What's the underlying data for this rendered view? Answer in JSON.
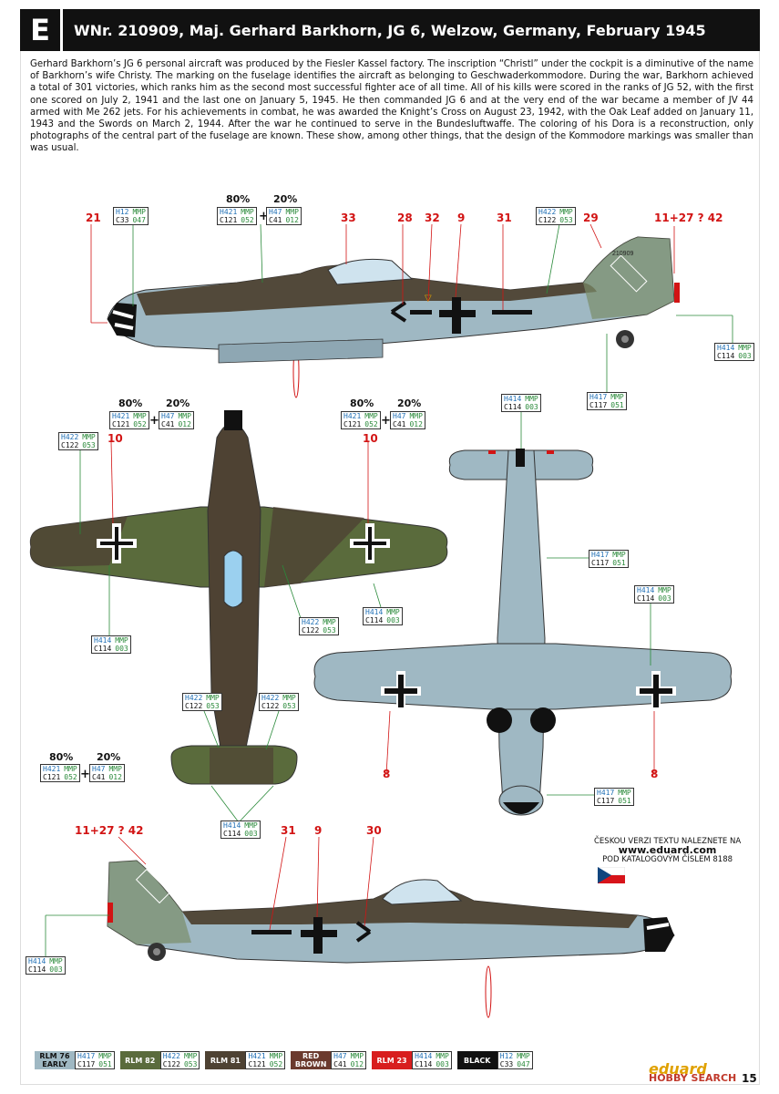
{
  "header": {
    "letter": "E",
    "title": "WNr. 210909, Maj. Gerhard Barkhorn, JG 6, Welzow, Germany, February 1945"
  },
  "description": "Gerhard Barkhorn’s JG 6 personal aircraft was produced by the Fiesler Kassel factory. The inscription “Christl” under the cockpit is a diminutive of the name of Barkhorn’s wife Christy. The marking on the fuselage identifies the aircraft as belonging to Geschwaderkommodore. During the war, Barkhorn achieved a total of 301 victories, which ranks him as the second most successful fighter ace of all time. All of his kills were scored in the ranks of JG 52, with the first one scored on July 2, 1941 and the last one on January 5, 1945. He then commanded JG 6 and at the very end of the war became a member of JV 44 armed with Me 262 jets. For his achievements in combat, he was awarded the Knight’s Cross on August 23, 1942, with the Oak Leaf added on January 11, 1943 and the Swords on March 2, 1944. After the war he continued to serve in the Bundesluftwaffe. The coloring of his Dora is a reconstruction, only photographs of the central part of the fuselage are known. These show, among other things, that the design of the Kommodore markings was smaller than was usual.",
  "callouts": {
    "side_top": [
      "21",
      "33",
      "28",
      "32",
      "9",
      "31",
      "29",
      "11+27 ? 42"
    ],
    "top_view": [
      "10",
      "10"
    ],
    "bottom_view": [
      "8",
      "8"
    ],
    "side_bottom": [
      "11+27 ? 42",
      "31",
      "9",
      "30"
    ]
  },
  "mix": {
    "pct_a": "80%",
    "pct_b": "20%",
    "plus": "+"
  },
  "codes": {
    "c_h12": {
      "h": "H12",
      "m": "MMP",
      "c": "C33",
      "n": "047"
    },
    "c_h421": {
      "h": "H421",
      "m": "MMP",
      "c": "C121",
      "n": "052"
    },
    "c_h47": {
      "h": "H47",
      "m": "MMP",
      "c": "C41",
      "n": "012"
    },
    "c_h422": {
      "h": "H422",
      "m": "MMP",
      "c": "C122",
      "n": "053"
    },
    "c_h414": {
      "h": "H414",
      "m": "MMP",
      "c": "C114",
      "n": "003"
    },
    "c_h417": {
      "h": "H417",
      "m": "MMP",
      "c": "C117",
      "n": "051"
    }
  },
  "legend": [
    {
      "name": "RLM 76",
      "sub": "EARLY",
      "color": "#9fb8c3",
      "text": "#111",
      "h": "H417",
      "c": "C117",
      "n": "051"
    },
    {
      "name": "RLM 82",
      "sub": "",
      "color": "#5a6b3c",
      "text": "#fff",
      "h": "H422",
      "c": "C122",
      "n": "053"
    },
    {
      "name": "RLM 81",
      "sub": "",
      "color": "#4e4233",
      "text": "#fff",
      "h": "H421",
      "c": "C121",
      "n": "052"
    },
    {
      "name": "RED",
      "sub": "BROWN",
      "color": "#6b3a2e",
      "text": "#fff",
      "h": "H47",
      "c": "C41",
      "n": "012"
    },
    {
      "name": "RLM 23",
      "sub": "",
      "color": "#d81e1e",
      "text": "#fff",
      "h": "H414",
      "c": "C114",
      "n": "003"
    },
    {
      "name": "BLACK",
      "sub": "",
      "color": "#111111",
      "text": "#fff",
      "h": "H12",
      "c": "C33",
      "n": "047"
    }
  ],
  "legend_mmp": "MMP",
  "aircraft_number": "210909",
  "czech_note": {
    "line1": "ČESKOU VERZI TEXTU NALEZNETE NA",
    "url": "www.eduard.com",
    "line2": "POD KATALOGOVÝM ČÍSLEM 8188"
  },
  "brand": "eduard",
  "watermark": "HOBBY SEARCH",
  "page_number": "15",
  "colors": {
    "rlm76": "#9fb8c3",
    "rlm82": "#5a6b3c",
    "rlm81": "#4e4233",
    "red": "#d21414",
    "header": "#111111"
  }
}
